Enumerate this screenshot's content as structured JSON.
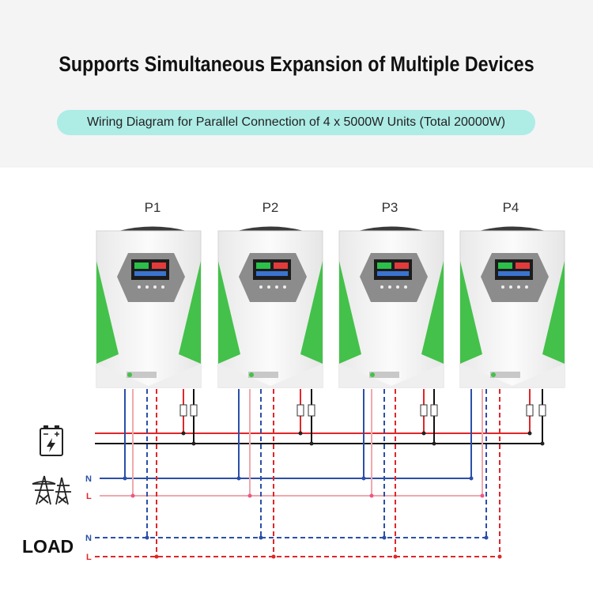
{
  "header": {
    "title": "Supports Simultaneous Expansion of Multiple Devices",
    "subtitle": "Wiring Diagram for Parallel Connection of 4 x 5000W Units (Total 20000W)"
  },
  "units": [
    {
      "label": "P1"
    },
    {
      "label": "P2"
    },
    {
      "label": "P3"
    },
    {
      "label": "P4"
    }
  ],
  "grid_lines": {
    "n_label": "N",
    "l_label": "L"
  },
  "load": {
    "label": "LOAD",
    "n_label": "N",
    "l_label": "L"
  },
  "icons": [
    "battery-icon",
    "power-tower-icon"
  ],
  "colors": {
    "pill": "#aeece6",
    "unit_green": "#44c14a",
    "dc_positive": "#e0262a",
    "dc_negative": "#111111",
    "neutral": "#2b4fa8",
    "live": "#f0a9ab",
    "load_neutral": "#2b4fa8",
    "load_live": "#e0262a"
  }
}
